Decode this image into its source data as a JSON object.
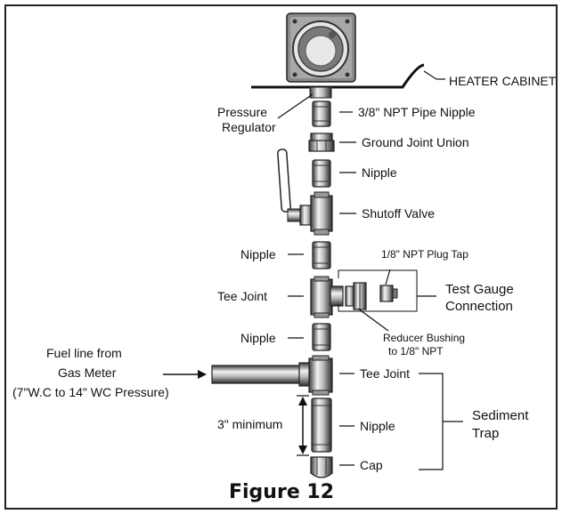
{
  "labels": {
    "heater_cabinet": "HEATER CABINET",
    "pressure_regulator_line1": "Pressure",
    "pressure_regulator_line2": "Regulator",
    "pipe_nipple_38": "3/8\" NPT Pipe Nipple",
    "ground_joint_union": "Ground Joint Union",
    "nipple_upper": "Nipple",
    "shutoff_valve": "Shutoff Valve",
    "nipple_left_1": "Nipple",
    "plug_tap": "1/8\" NPT Plug Tap",
    "tee_joint_left": "Tee Joint",
    "test_gauge_line1": "Test Gauge",
    "test_gauge_line2": "Connection",
    "nipple_left_2": "Nipple",
    "reducer_line1": "Reducer Bushing",
    "reducer_line2": "to 1/8\" NPT",
    "fuel_line1": "Fuel line from",
    "fuel_line2": "Gas Meter",
    "fuel_line3": "(7\"W.C to 14\" WC Pressure)",
    "tee_joint_right": "Tee Joint",
    "minimum": "3\" minimum",
    "nipple_lower": "Nipple",
    "sediment_line1": "Sediment",
    "sediment_line2": "Trap",
    "cap": "Cap",
    "figure": "Figure 12"
  }
}
